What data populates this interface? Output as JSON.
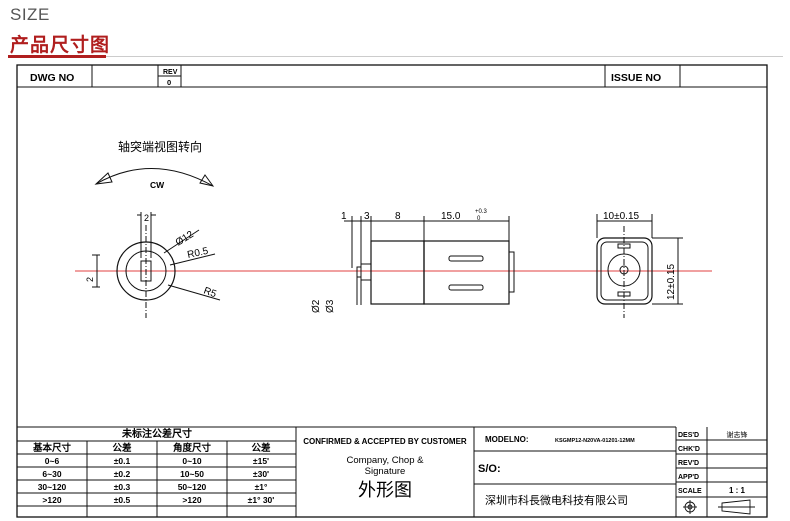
{
  "header": {
    "size_label": "SIZE",
    "section_title": "产品尺寸图"
  },
  "title_block": {
    "dwg_no_label": "DWG NO",
    "rev_label": "REV",
    "rev_value": "0",
    "issue_no_label": "ISSUE NO"
  },
  "views": {
    "shaft_view_caption": "轴突端视图转向",
    "rotation_label": "CW",
    "dims_left": {
      "slot": "2",
      "dia12": "Ø12",
      "r05": "R0.5",
      "r5": "R5",
      "side2": "2"
    },
    "dims_side": {
      "d1": "1",
      "d3": "3",
      "d8": "8",
      "d15": "15.0",
      "tol_plus": "+0.3",
      "tol_zero": "0",
      "dia2": "Ø2",
      "dia3": "Ø3"
    },
    "dims_right": {
      "width": "10±0.15",
      "height": "12±0.15"
    }
  },
  "tolerance_table": {
    "title": "未标注公差尺寸",
    "headers": [
      "基本尺寸",
      "公差",
      "角度尺寸",
      "公差"
    ],
    "rows": [
      [
        "0~6",
        "±0.1",
        "0~10",
        "±15'"
      ],
      [
        "6~30",
        "±0.2",
        "10~50",
        "±30'"
      ],
      [
        "30~120",
        "±0.3",
        "50~120",
        "±1°"
      ],
      [
        ">120",
        "±0.5",
        ">120",
        "±1° 30'"
      ]
    ]
  },
  "confirm": {
    "heading": "CONFIRMED & ACCEPTED BY CUSTOMER",
    "line1": "Company, Chop &",
    "line2": "Signature",
    "drawing_title": "外形图"
  },
  "model": {
    "model_label": "MODELNO:",
    "model_value": "KSGMP12-N20VA-01201-12MM",
    "so_label": "S/O:",
    "company": "深圳市科長微电科技有限公司"
  },
  "signoff": {
    "rows": [
      {
        "label": "DES'D",
        "value": "谢志锋"
      },
      {
        "label": "CHK'D",
        "value": ""
      },
      {
        "label": "REV'D",
        "value": ""
      },
      {
        "label": "APP'D",
        "value": ""
      },
      {
        "label": "SCALE",
        "value": "1 : 1"
      }
    ]
  },
  "colors": {
    "accent": "#b01e1e",
    "centerline": "#e04040",
    "line": "#111111"
  }
}
